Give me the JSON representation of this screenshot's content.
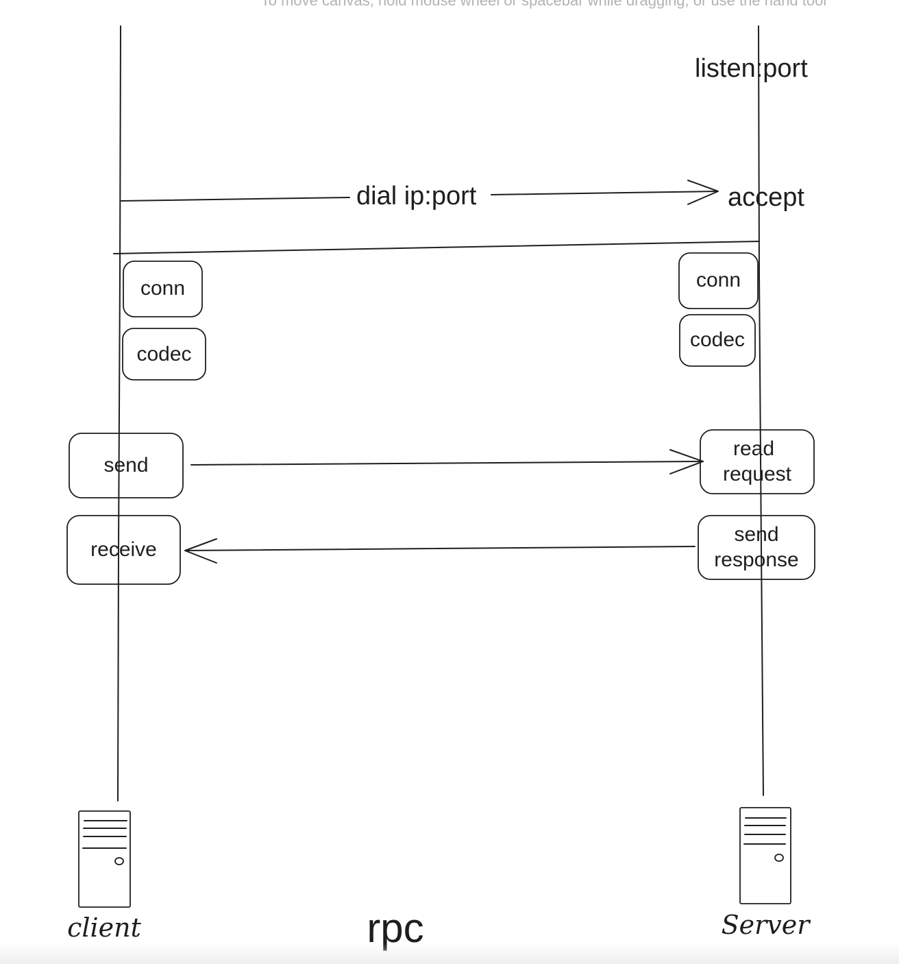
{
  "canvas_hint": "To move canvas, hold mouse wheel or spacebar while dragging, or use the hand tool",
  "title": "rpc",
  "labels": {
    "listen": "listen:port",
    "dial": "dial ip:port",
    "accept": "accept"
  },
  "client": {
    "name": "client",
    "conn": "conn",
    "codec": "codec",
    "send": "send",
    "receive": "receive"
  },
  "server": {
    "name": "Server",
    "conn": "conn",
    "codec": "codec",
    "read_request": [
      "read",
      "request"
    ],
    "send_response": [
      "send",
      "response"
    ]
  },
  "icons": {
    "client": "server-tower-icon",
    "server": "server-tower-icon"
  },
  "colors": {
    "stroke": "#1e1e1e",
    "hint": "#b3b3b3",
    "background": "#ffffff"
  }
}
